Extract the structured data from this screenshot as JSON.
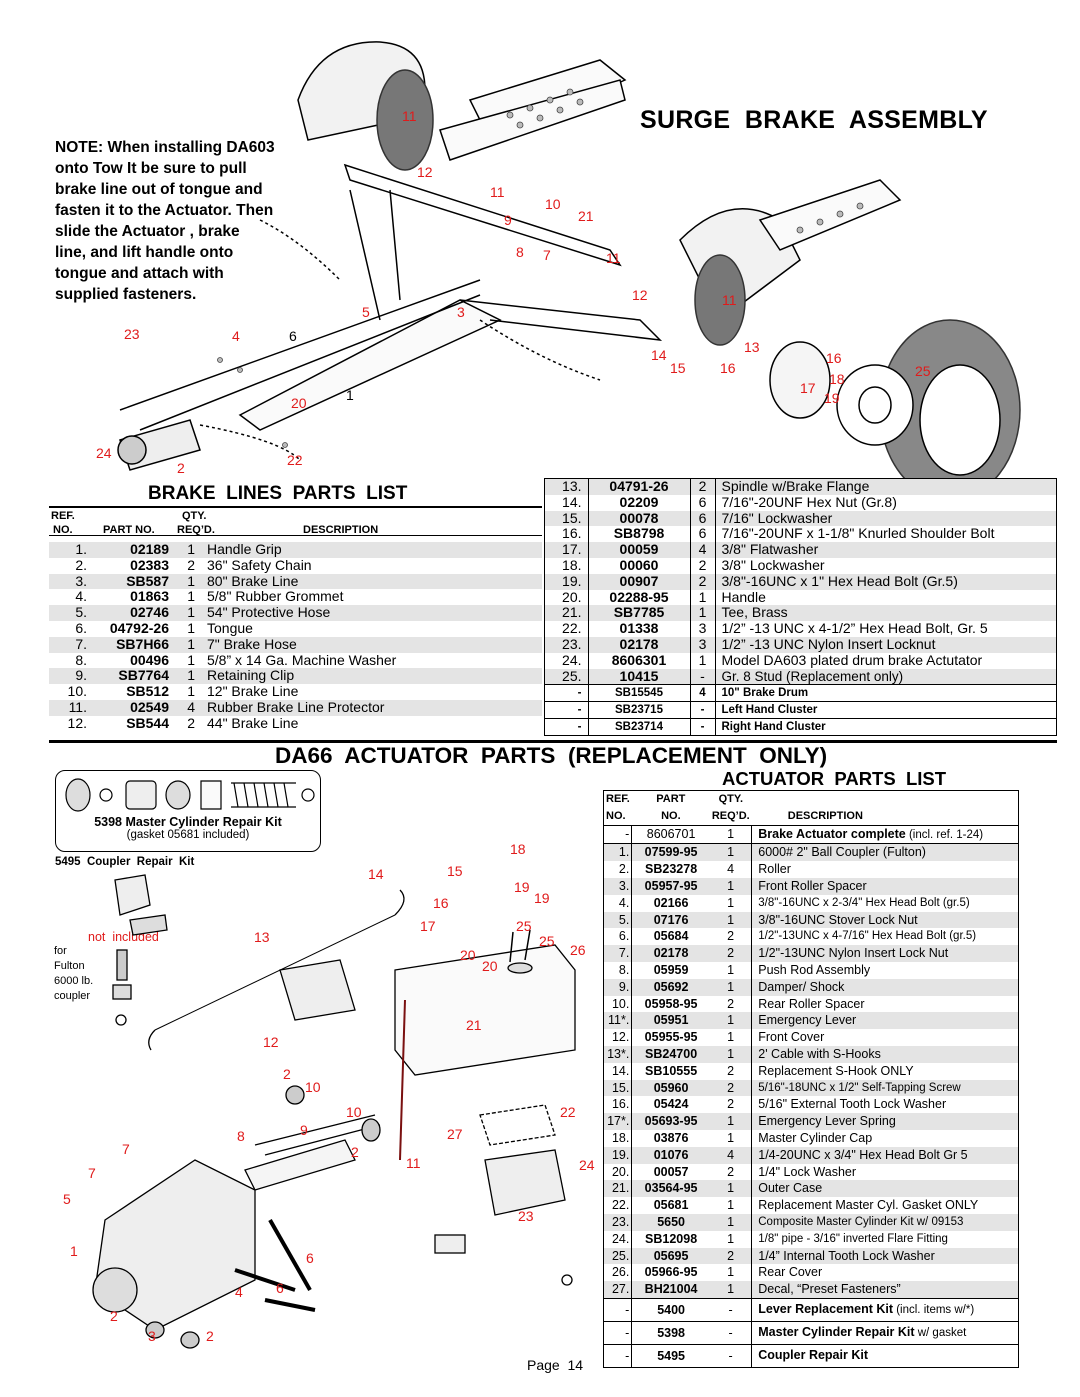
{
  "page_title": "SURGE  BRAKE  ASSEMBLY",
  "note": [
    "NOTE: When installing DA603",
    "onto Tow It be sure to pull",
    "brake line out of tongue and",
    "fasten it to the Actuator. Then",
    "slide the Actuator , brake",
    "line, and lift handle onto",
    "tongue and attach with",
    "supplied fasteners."
  ],
  "top_callouts": [
    "11",
    "12",
    "11",
    "10",
    "21",
    "9",
    "8",
    "7",
    "11",
    "12",
    "11",
    "5",
    "3",
    "13",
    "14",
    "15",
    "16",
    "16",
    "18",
    "25",
    "17",
    "19",
    "23",
    "4",
    "6",
    "1",
    "20",
    "24",
    "2",
    "22"
  ],
  "brake_lines": {
    "title": "BRAKE  LINES  PARTS  LIST",
    "headers": {
      "ref": "REF.",
      "no": "NO.",
      "part": "PART NO.",
      "qty": "QTY.",
      "req": "REQ’D.",
      "desc": "DESCRIPTION"
    },
    "rows": [
      {
        "ref": "1.",
        "part": "02189",
        "qty": "1",
        "desc": "Handle Grip"
      },
      {
        "ref": "2.",
        "part": "02383",
        "qty": "2",
        "desc": "36\" Safety Chain"
      },
      {
        "ref": "3.",
        "part": "SB587",
        "qty": "1",
        "desc": "80\" Brake Line"
      },
      {
        "ref": "4.",
        "part": "01863",
        "qty": "1",
        "desc": "5/8\" Rubber Grommet"
      },
      {
        "ref": "5.",
        "part": "02746",
        "qty": "1",
        "desc": "54\" Protective Hose"
      },
      {
        "ref": "6.",
        "part": "04792-26",
        "qty": "1",
        "desc": "Tongue"
      },
      {
        "ref": "7.",
        "part": "SB7H66",
        "qty": "1",
        "desc": "7\" Brake Hose"
      },
      {
        "ref": "8.",
        "part": "00496",
        "qty": "1",
        "desc": "5/8” x 14 Ga. Machine Washer"
      },
      {
        "ref": "9.",
        "part": "SB7764",
        "qty": "1",
        "desc": "Retaining Clip"
      },
      {
        "ref": "10.",
        "part": "SB512",
        "qty": "1",
        "desc": "12\" Brake Line"
      },
      {
        "ref": "11.",
        "part": "02549",
        "qty": "4",
        "desc": "Rubber Brake Line Protector"
      },
      {
        "ref": "12.",
        "part": "SB544",
        "qty": "2",
        "desc": "44\" Brake Line"
      }
    ]
  },
  "spindle_rows": [
    {
      "ref": "13.",
      "part": "04791-26",
      "qty": "2",
      "desc": "Spindle w/Brake Flange"
    },
    {
      "ref": "14.",
      "part": "02209",
      "qty": "6",
      "desc": "7/16\"-20UNF Hex Nut (Gr.8)"
    },
    {
      "ref": "15.",
      "part": "00078",
      "qty": "6",
      "desc": "7/16\"  Lockwasher"
    },
    {
      "ref": "16.",
      "part": "SB8798",
      "qty": "6",
      "desc": "7/16\"-20UNF x 1-1/8\" Knurled Shoulder Bolt"
    },
    {
      "ref": "17.",
      "part": "00059",
      "qty": "4",
      "desc": "3/8\" Flatwasher"
    },
    {
      "ref": "18.",
      "part": "00060",
      "qty": "2",
      "desc": "3/8\" Lockwasher"
    },
    {
      "ref": "19.",
      "part": "00907",
      "qty": "2",
      "desc": "3/8\"-16UNC x 1\" Hex Head Bolt (Gr.5)"
    },
    {
      "ref": "20.",
      "part": "02288-95",
      "qty": "1",
      "desc": "Handle"
    },
    {
      "ref": "21.",
      "part": "SB7785",
      "qty": "1",
      "desc": "Tee, Brass"
    },
    {
      "ref": "22.",
      "part": "01338",
      "qty": "3",
      "desc": "1/2” -13 UNC x 4-1/2” Hex Head Bolt, Gr. 5"
    },
    {
      "ref": "23.",
      "part": "02178",
      "qty": "3",
      "desc": "1/2” -13 UNC Nylon Insert Locknut"
    },
    {
      "ref": "24.",
      "part": "8606301",
      "qty": "1",
      "desc": "Model DA603 plated drum brake Actutator"
    },
    {
      "ref": "25.",
      "part": "10415",
      "qty": "-",
      "desc": "Gr. 8 Stud (Replacement only)"
    }
  ],
  "spindle_extra": [
    {
      "ref": "-",
      "part": "SB15545",
      "qty": "4",
      "desc": "10\" Brake Drum"
    },
    {
      "ref": "-",
      "part": "SB23715",
      "qty": "-",
      "desc": "Left  Hand  Cluster"
    },
    {
      "ref": "-",
      "part": "SB23714",
      "qty": "-",
      "desc": "Right  Hand  Cluster"
    }
  ],
  "section_title": "DA66  ACTUATOR  PARTS  (REPLACEMENT  ONLY)",
  "kit_box": {
    "title": "5398 Master Cylinder Repair Kit",
    "sub": "(gasket  05681  included)"
  },
  "coupler_label": "5495  Coupler  Repair  Kit",
  "not_included": "not  included",
  "fulton_note": [
    "for",
    "Fulton",
    "6000 lb.",
    "coupler"
  ],
  "bottom_callouts": [
    "18",
    "14",
    "15",
    "19",
    "16",
    "19",
    "17",
    "25",
    "13",
    "20",
    "25",
    "26",
    "20",
    "21",
    "12",
    "2",
    "10",
    "10",
    "22",
    "8",
    "9",
    "27",
    "7",
    "2",
    "11",
    "24",
    "7",
    "5",
    "23",
    "1",
    "6",
    "4",
    "6",
    "2",
    "3",
    "2"
  ],
  "actuator": {
    "title": "ACTUATOR  PARTS  LIST",
    "headers": {
      "ref": "REF.",
      "no": "NO.",
      "part": "PART",
      "pno": "NO.",
      "qty": "QTY.",
      "req": "REQ’D.",
      "desc": "DESCRIPTION"
    },
    "top_row": {
      "ref": "-",
      "part": "8606701",
      "qty": "1",
      "desc_bold": "Brake Actuator complete",
      "desc": " (incl. ref. 1-24)"
    },
    "rows": [
      {
        "ref": "1.",
        "part": "07599-95",
        "qty": "1",
        "desc": "6000# 2\" Ball Coupler (Fulton)"
      },
      {
        "ref": "2.",
        "part": "SB23278",
        "qty": "4",
        "desc": "Roller"
      },
      {
        "ref": "3.",
        "part": "05957-95",
        "qty": "1",
        "desc": "Front Roller Spacer"
      },
      {
        "ref": "4.",
        "part": "02166",
        "qty": "1",
        "desc": "3/8\"-16UNC x 2-3/4\" Hex Head Bolt (gr.5)"
      },
      {
        "ref": "5.",
        "part": "07176",
        "qty": "1",
        "desc": "3/8\"-16UNC Stover Lock Nut"
      },
      {
        "ref": "6.",
        "part": "05684",
        "qty": "2",
        "desc": "1/2\"-13UNC x 4-7/16\" Hex Head Bolt (gr.5)"
      },
      {
        "ref": "7.",
        "part": "02178",
        "qty": "2",
        "desc": "1/2\"-13UNC Nylon Insert Lock Nut"
      },
      {
        "ref": "8.",
        "part": "05959",
        "qty": "1",
        "desc": "Push Rod Assembly"
      },
      {
        "ref": "9.",
        "part": "05692",
        "qty": "1",
        "desc": "Damper/  Shock"
      },
      {
        "ref": "10.",
        "part": "05958-95",
        "qty": "2",
        "desc": "Rear Roller Spacer"
      },
      {
        "ref": "11*.",
        "part": "05951",
        "qty": "1",
        "desc": "Emergency  Lever"
      },
      {
        "ref": "12.",
        "part": "05955-95",
        "qty": "1",
        "desc": "Front  Cover"
      },
      {
        "ref": "13*.",
        "part": "SB24700",
        "qty": "1",
        "desc": "2' Cable with S-Hooks"
      },
      {
        "ref": "14.",
        "part": "SB10555",
        "qty": "2",
        "desc": "Replacement S-Hook ONLY"
      },
      {
        "ref": "15.",
        "part": "05960",
        "qty": "2",
        "desc": "5/16\"-18UNC x 1/2\" Self-Tapping Screw"
      },
      {
        "ref": "16.",
        "part": "05424",
        "qty": "2",
        "desc": "5/16\" External Tooth Lock Washer"
      },
      {
        "ref": "17*.",
        "part": "05693-95",
        "qty": "1",
        "desc": "Emergency Lever Spring"
      },
      {
        "ref": "18.",
        "part": "03876",
        "qty": "1",
        "desc": "Master Cylinder Cap"
      },
      {
        "ref": "19.",
        "part": "01076",
        "qty": "4",
        "desc": "1/4-20UNC x 3/4\" Hex Head Bolt Gr 5"
      },
      {
        "ref": "20.",
        "part": "00057",
        "qty": "2",
        "desc": "1/4\" Lock Washer"
      },
      {
        "ref": "21.",
        "part": "03564-95",
        "qty": "1",
        "desc": "Outer  Case"
      },
      {
        "ref": "22.",
        "part": "05681",
        "qty": "1",
        "desc": "Replacement Master Cyl. Gasket ONLY"
      },
      {
        "ref": "23.",
        "part": "5650",
        "qty": "1",
        "desc": "Composite Master Cylinder Kit w/ 09153"
      },
      {
        "ref": "24.",
        "part": "SB12098",
        "qty": "1",
        "desc": "1/8\" pipe - 3/16\" inverted Flare Fitting"
      },
      {
        "ref": "25.",
        "part": "05695",
        "qty": "2",
        "desc": "1/4” Internal Tooth Lock Washer"
      },
      {
        "ref": "26.",
        "part": "05966-95",
        "qty": "1",
        "desc": "Rear  Cover"
      },
      {
        "ref": "27.",
        "part": "BH21004",
        "qty": "1",
        "desc": "Decal,  “Preset  Fasteners”"
      }
    ],
    "kits": [
      {
        "ref": "-",
        "part": "5400",
        "qty": "-",
        "desc_bold": "Lever  Replacement  Kit",
        "desc": " (incl. items w/*)"
      },
      {
        "ref": "-",
        "part": "5398",
        "qty": "-",
        "desc_bold": "Master  Cylinder  Repair  Kit",
        "desc": " w/ gasket"
      },
      {
        "ref": "-",
        "part": "5495",
        "qty": "-",
        "desc_bold": "Coupler  Repair  Kit",
        "desc": ""
      }
    ]
  },
  "page_number": "Page  14"
}
